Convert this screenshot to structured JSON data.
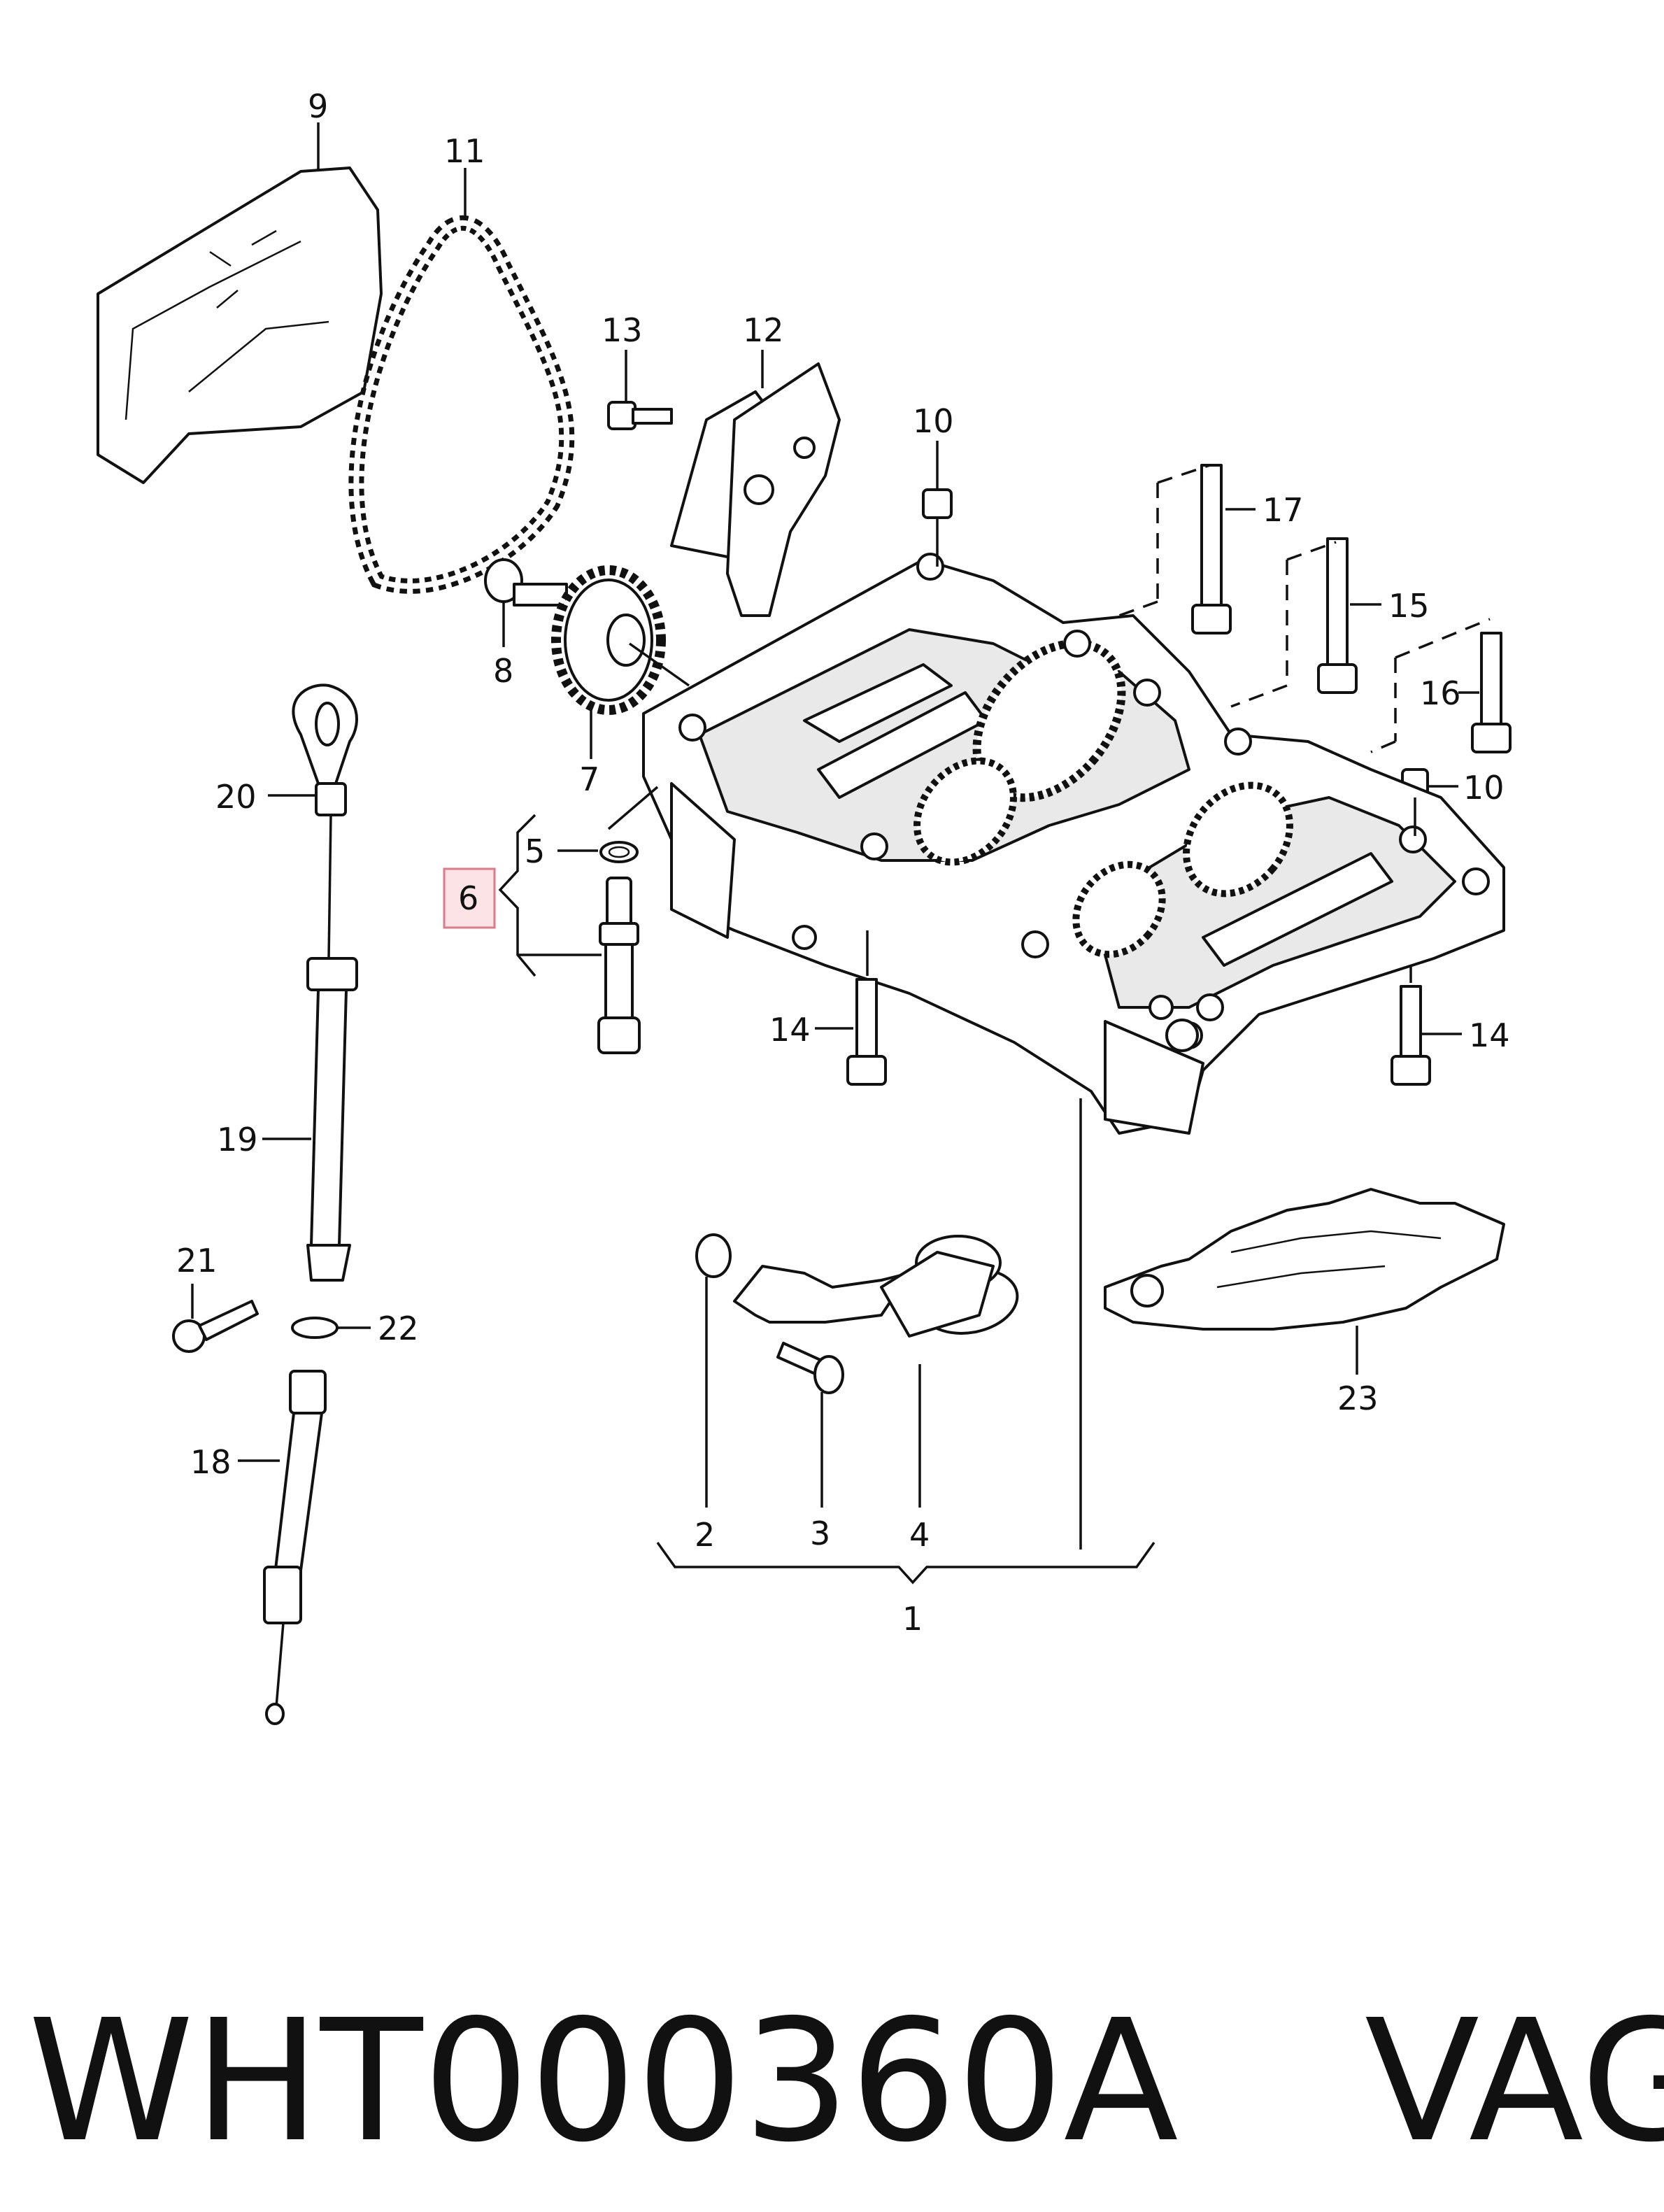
{
  "callouts": {
    "c1": "1",
    "c2": "2",
    "c3": "3",
    "c4": "4",
    "c5": "5",
    "c6": "6",
    "c7": "7",
    "c8": "8",
    "c9": "9",
    "c10a": "10",
    "c10b": "10",
    "c11": "11",
    "c12": "12",
    "c13": "13",
    "c14a": "14",
    "c14b": "14",
    "c15": "15",
    "c16": "16",
    "c17": "17",
    "c18": "18",
    "c19": "19",
    "c20": "20",
    "c21": "21",
    "c22": "22",
    "c23": "23"
  },
  "highlighted_callout": "6",
  "footer": {
    "part_number": "WHT000360A",
    "brand": "VAG"
  },
  "colors": {
    "highlight_fill": "#fbe3e6",
    "highlight_border": "#e07a86",
    "ink": "#111111"
  }
}
